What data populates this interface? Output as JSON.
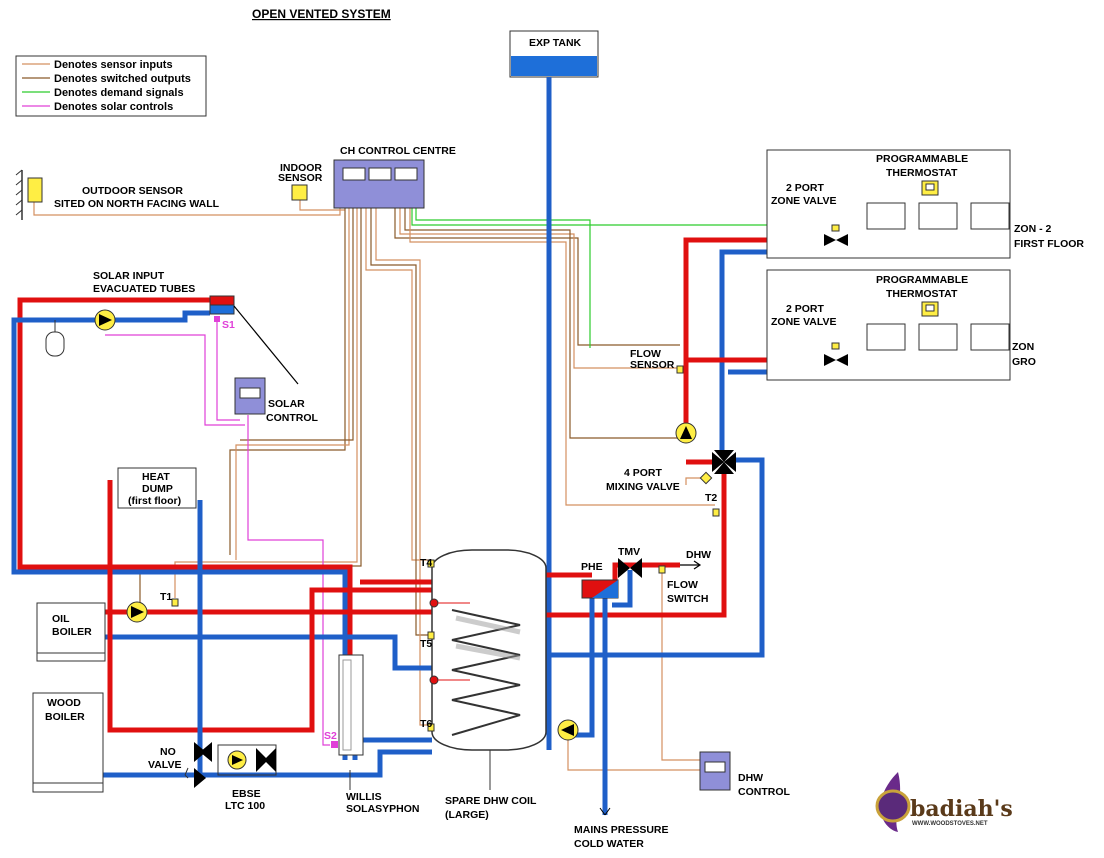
{
  "title": "OPEN VENTED SYSTEM",
  "legend": [
    {
      "label": "Denotes sensor inputs",
      "color": "#d49060"
    },
    {
      "label": "Denotes switched outputs",
      "color": "#8a5a2a"
    },
    {
      "label": "Denotes demand signals",
      "color": "#2ccc2c"
    },
    {
      "label": "Denotes solar controls",
      "color": "#e040d8"
    }
  ],
  "colors": {
    "hot": "#e01010",
    "cold": "#1f5fc8",
    "tank_water": "#1e6fd9",
    "accent_yellow": "#ffee44"
  },
  "labels": {
    "exp_tank": "EXP TANK",
    "outdoor_sensor_1": "OUTDOOR SENSOR",
    "outdoor_sensor_2": "SITED ON NORTH FACING WALL",
    "indoor_sensor_1": "INDOOR",
    "indoor_sensor_2": "SENSOR",
    "ch_control": "CH CONTROL CENTRE",
    "solar_input_1": "SOLAR INPUT",
    "solar_input_2": "EVACUATED TUBES",
    "s1": "S1",
    "s2": "S2",
    "solar_control_1": "SOLAR",
    "solar_control_2": "CONTROL",
    "heat_dump_1": "HEAT",
    "heat_dump_2": "DUMP",
    "heat_dump_3": "(first floor)",
    "oil_boiler_1": "OIL",
    "oil_boiler_2": "BOILER",
    "wood_boiler_1": "WOOD",
    "wood_boiler_2": "BOILER",
    "t1": "T1",
    "t2": "T2",
    "t4": "T4",
    "t5": "T5",
    "t6": "T6",
    "no_valve_1": "NO",
    "no_valve_2": "VALVE",
    "ebse_1": "EBSE",
    "ebse_2": "LTC 100",
    "willis_1": "WILLIS",
    "willis_2": "SOLASYPHON",
    "spare_coil_1": "SPARE DHW COIL",
    "spare_coil_2": "(LARGE)",
    "mains_1": "MAINS PRESSURE",
    "mains_2": "COLD WATER",
    "phe": "PHE",
    "tmv": "TMV",
    "dhw": "DHW",
    "flow_switch_1": "FLOW",
    "flow_switch_2": "SWITCH",
    "dhw_control_1": "DHW",
    "dhw_control_2": "CONTROL",
    "flow_sensor_1": "FLOW",
    "flow_sensor_2": "SENSOR",
    "mixing_valve_1": "4 PORT",
    "mixing_valve_2": "MIXING VALVE",
    "prog_thermostat_1": "PROGRAMMABLE",
    "prog_thermostat_2": "THERMOSTAT",
    "zone_valve_1": "2 PORT",
    "zone_valve_2": "ZONE VALVE",
    "zone2_1": "ZON - 2",
    "zone2_2": "FIRST FLOOR",
    "zone1_1": "ZON",
    "zone1_2": "GRO",
    "logo": "badiah's",
    "logo_url": "WWW.WOODSTOVES.NET"
  }
}
